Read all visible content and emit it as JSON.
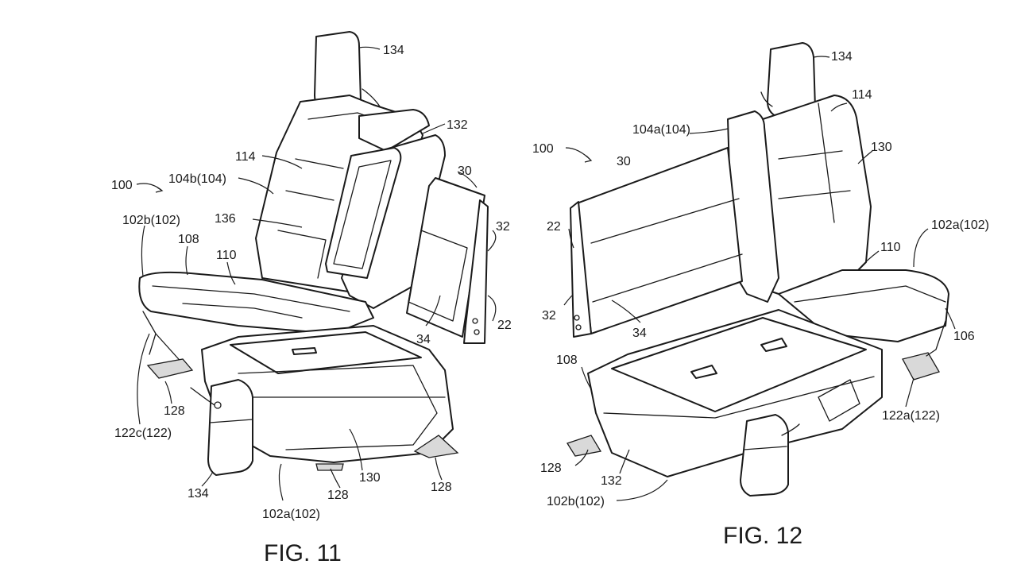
{
  "figures": [
    {
      "caption": "FIG. 11",
      "labels": [
        "134",
        "132",
        "114",
        "104b(104)",
        "100",
        "30",
        "102b(102)",
        "136",
        "32",
        "108",
        "110",
        "34",
        "22",
        "128",
        "122c(122)",
        "130",
        "134",
        "128",
        "102a(102)",
        "128"
      ]
    },
    {
      "caption": "FIG. 12",
      "labels": [
        "134",
        "114",
        "104a(104)",
        "100",
        "30",
        "130",
        "22",
        "102a(102)",
        "110",
        "32",
        "34",
        "106",
        "108",
        "122a(122)",
        "128",
        "132",
        "102b(102)"
      ]
    }
  ]
}
